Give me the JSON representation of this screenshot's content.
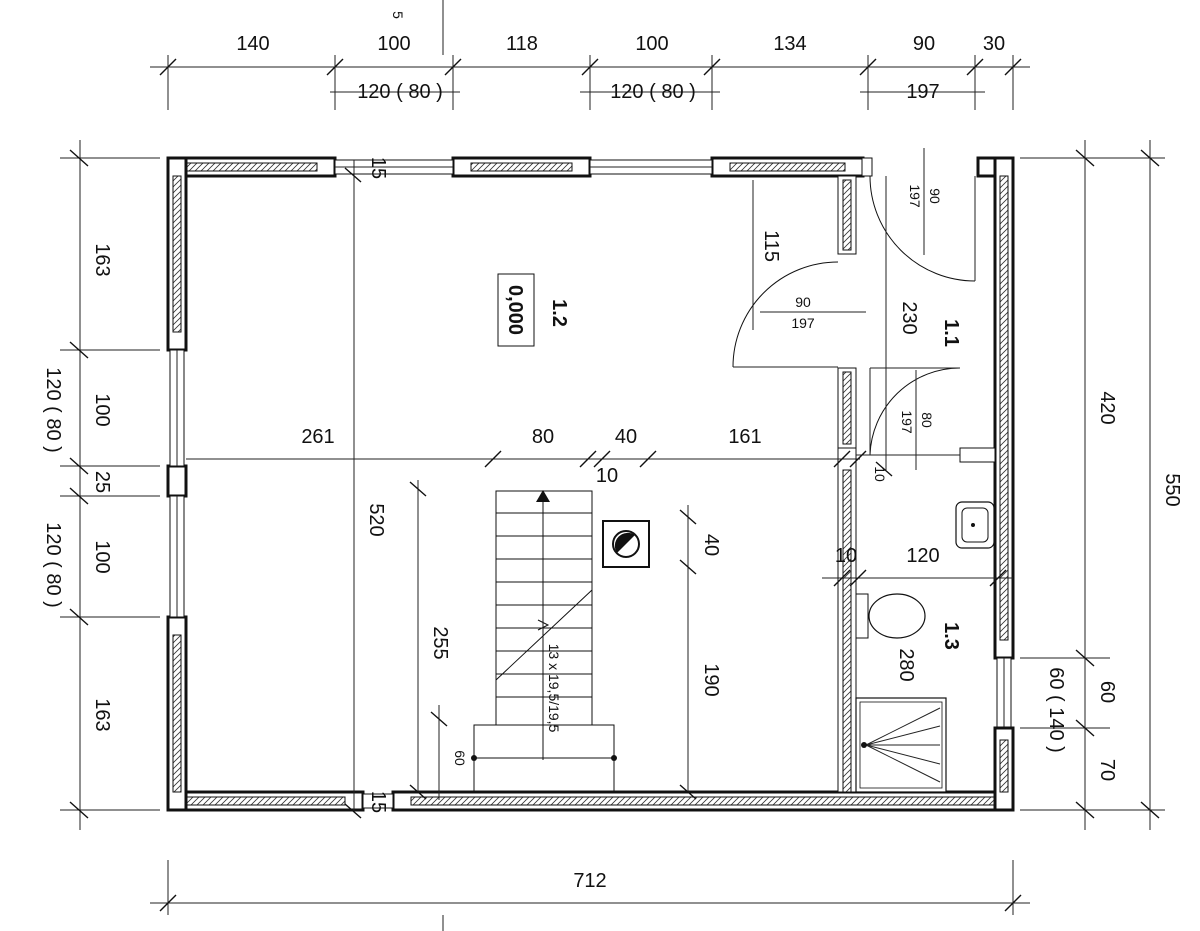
{
  "rooms": {
    "r12": "1.2",
    "r11": "1.1",
    "r13": "1.3"
  },
  "level_mark": "0,000",
  "stair_label": "13 x 19,5/19,5",
  "dims": {
    "top_row1": [
      "140",
      "100",
      "118",
      "100",
      "134",
      "90",
      "30"
    ],
    "top_row2": [
      "120 ( 80 )",
      "120 ( 80 )",
      "197"
    ],
    "top_small": "5",
    "bottom_total": "712",
    "left_a": "163",
    "left_b": "100",
    "left_b2": "120 ( 80 )",
    "left_c": "25",
    "left_d": "100",
    "left_d2": "120  ( 80 )",
    "left_e": "163",
    "right_420": "420",
    "right_550": "550",
    "right_60": "60",
    "right_60b": "60 ( 140 )",
    "right_70": "70",
    "wall_15_top": "15",
    "wall_15_bottom": "15",
    "in_261": "261",
    "in_80": "80",
    "in_40": "40",
    "in_161": "161",
    "in_10a": "10",
    "in_520": "520",
    "in_255": "255",
    "in_40v": "40",
    "in_190": "190",
    "in_60": "60",
    "in_115": "115",
    "in_230": "230",
    "in_10b": "10",
    "in_120": "120",
    "in_280": "280",
    "in_10c": "10",
    "door1_w": "90",
    "door1_h": "197",
    "door2_w": "90",
    "door2_h": "197",
    "door3_w": "80",
    "door3_h": "197"
  }
}
